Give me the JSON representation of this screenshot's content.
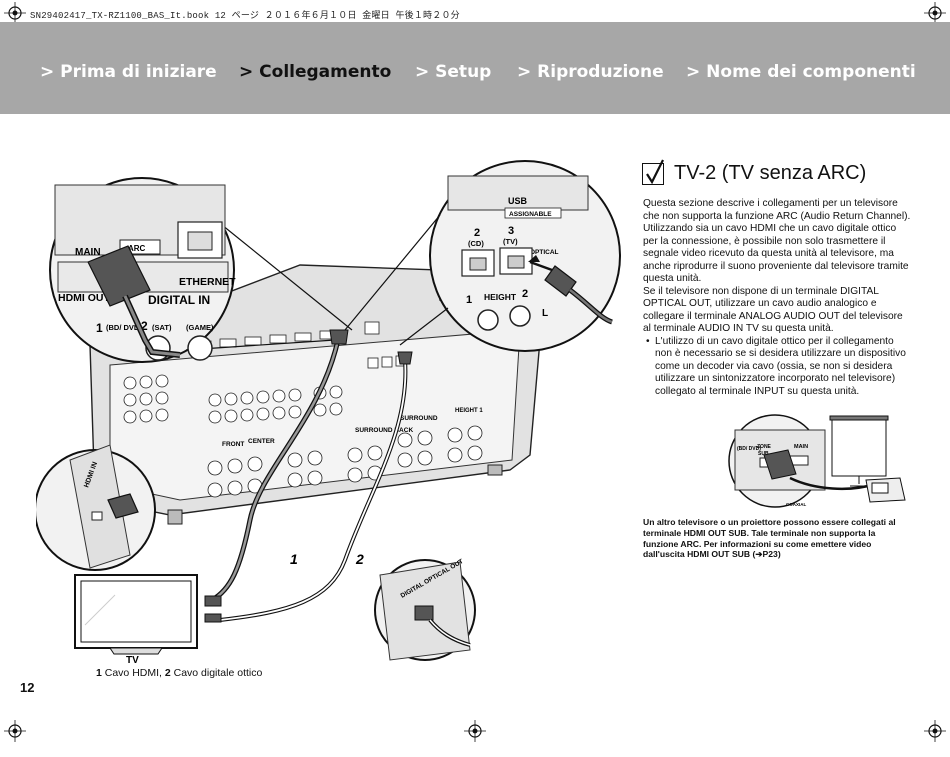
{
  "header": {
    "file_info": "SN29402417_TX-RZ1100_BAS_It.book  12 ページ  ２０１６年６月１０日  金曜日  午後１時２０分"
  },
  "nav": [
    {
      "label": "> Prima di iniziare",
      "active": false
    },
    {
      "label": "> Collegamento",
      "active": true
    },
    {
      "label": "> Setup",
      "active": false
    },
    {
      "label": "> Riproduzione",
      "active": false
    },
    {
      "label": "> Nome dei componenti",
      "active": false
    }
  ],
  "section": {
    "title": "TV-2 (TV senza ARC)",
    "para1": "Questa sezione descrive i collegamenti per un televisore che non supporta la funzione ARC (Audio Return Channel). Utilizzando sia un cavo HDMI che un cavo digitale ottico per la connessione, è possibile non solo trasmettere il segnale video ricevuto da questa unità al televisore, ma anche riprodurre il suono proveniente dal televisore tramite questa unità.",
    "para2": "Se il televisore non dispone di un terminale DIGITAL OPTICAL OUT, utilizzare un cavo audio analogico e collegare il terminale ANALOG AUDIO OUT del televisore al terminale AUDIO IN TV su questa unità.",
    "bullet": "L'utilizzo di un cavo digitale ottico per il collegamento non è necessario se si desidera utilizzare un dispositivo come un decoder via cavo (ossia, se non si desidera utilizzare un sintonizzatore incorporato nel televisore) collegato al terminale INPUT su questa unità.",
    "note": "Un altro televisore o un proiettore possono essere collegati al terminale HDMI OUT SUB. Tale terminale non supporta la funzione ARC. Per informazioni su come emettere video dall'uscita HDMI OUT SUB (➔P23)"
  },
  "diagram": {
    "main": "MAIN",
    "arc": "ARC",
    "ethernet": "ETHERNET",
    "hdmi_out": "HDMI OUT",
    "digital_in": "DIGITAL IN",
    "in1": "1",
    "bd_dvd": "(BD/ DVD)",
    "in2": "2",
    "sat": "(SAT)",
    "gam": "(GAME)",
    "usb": "USB",
    "assignable": "ASSIGNABLE",
    "cd_num": "2",
    "cd": "(CD)",
    "tv_num": "3",
    "tv_paren": "(TV)",
    "optical": "OPTICAL",
    "height": "HEIGHT",
    "h1": "1",
    "h2": "2",
    "l": "L",
    "hdmi_in": "HDMI IN",
    "tv": "TV",
    "cable1": "1",
    "cable2": "2",
    "digital_optical_out": "DIGITAL OPTICAL OUT",
    "zone": "ZONE",
    "front": "FRONT",
    "center": "CENTER",
    "surround": "SURROUND",
    "surround_back": "SURROUND BACK",
    "height_label": "HEIGHT 1",
    "sub": "SUB",
    "coaxial": "COAXIAL"
  },
  "caption": {
    "n1": "1",
    "t1": " Cavo HDMI, ",
    "n2": "2",
    "t2": " Cavo digitale ottico"
  },
  "page_number": "12"
}
